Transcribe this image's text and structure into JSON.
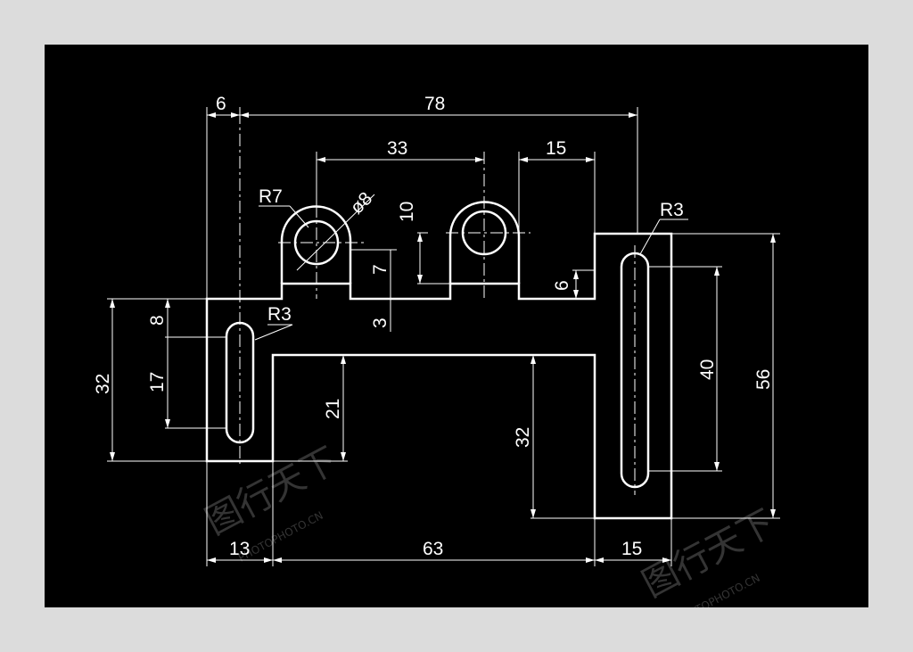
{
  "drawing": {
    "background": "#000000",
    "line_color": "#ffffff",
    "center_line_color": "#ffffff",
    "dimensions": {
      "top_6": "6",
      "top_78": "78",
      "mid_33": "33",
      "right_15_top": "15",
      "left_r7": "R7",
      "dia_8": "ø8",
      "height_10": "10",
      "height_7": "7",
      "height_3": "3",
      "height_6": "6",
      "right_r3": "R3",
      "left_r3": "R3",
      "left_8": "8",
      "left_17": "17",
      "left_32": "32",
      "inner_21": "21",
      "inner_32": "32",
      "right_40": "40",
      "right_56": "56",
      "bottom_13": "13",
      "bottom_63": "63",
      "bottom_15": "15"
    },
    "watermark": {
      "text": "PHOTOPHOTO.CN",
      "glyphs": "图行天下"
    }
  }
}
